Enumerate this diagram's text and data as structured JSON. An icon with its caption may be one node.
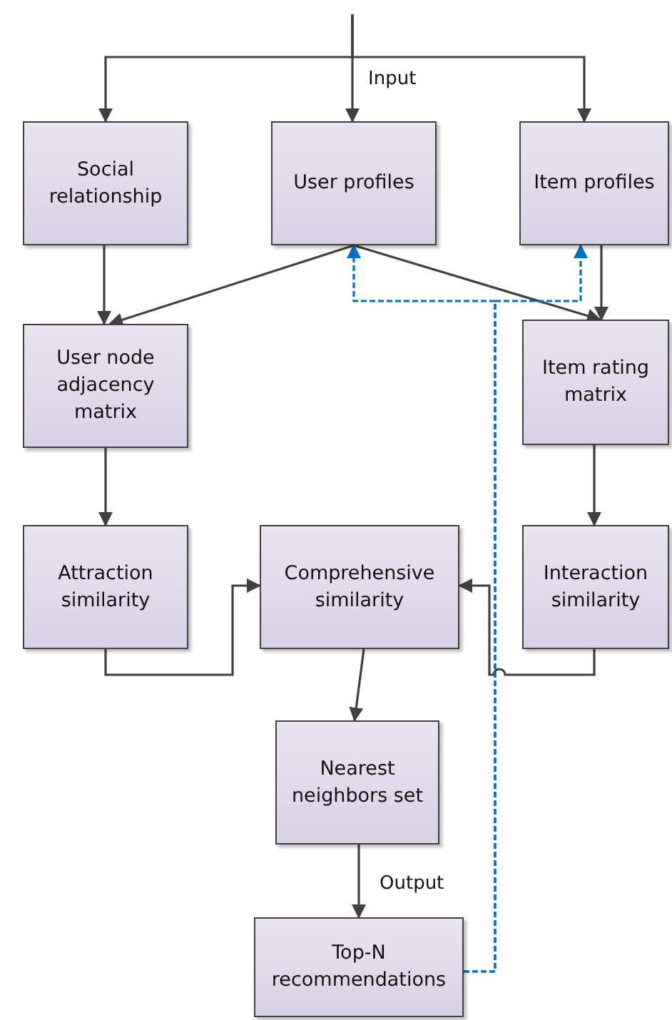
{
  "diagram": {
    "nodes": [
      {
        "text": [
          "Social relationship"
        ]
      },
      {
        "text": [
          "User profiles"
        ]
      },
      {
        "text": [
          "Item profiles"
        ]
      },
      {
        "text": [
          "User node adjacency matrix"
        ]
      },
      {
        "text": [
          "Item rating matrix"
        ]
      },
      {
        "text": [
          "Attraction similarity"
        ]
      },
      {
        "text": [
          "Comprehensive similarity"
        ]
      },
      {
        "text": [
          "Interaction similarity"
        ]
      },
      {
        "text": [
          "Nearest neighbors set"
        ]
      },
      {
        "text": [
          "Top-N recommendations"
        ]
      }
    ],
    "edges": [
      {
        "from": null,
        "to": 0,
        "arrow": "to"
      },
      {
        "from": null,
        "to": 1,
        "arrow": "to",
        "label": "Input"
      },
      {
        "from": null,
        "to": 2,
        "arrow": "to"
      },
      {
        "from": 0,
        "to": 3,
        "arrow": "to"
      },
      {
        "from": 1,
        "to": 3,
        "arrow": "to"
      },
      {
        "from": 1,
        "to": 4,
        "arrow": "to"
      },
      {
        "from": 2,
        "to": 4,
        "arrow": "to"
      },
      {
        "from": 3,
        "to": 5,
        "arrow": "to"
      },
      {
        "from": 4,
        "to": 7,
        "arrow": "to"
      },
      {
        "from": 5,
        "to": 6,
        "arrow": "to"
      },
      {
        "from": 7,
        "to": 6,
        "arrow": "to"
      },
      {
        "from": 6,
        "to": 8,
        "arrow": "to"
      },
      {
        "from": 8,
        "to": 9,
        "arrow": "to",
        "label": "Output"
      },
      {
        "from": 9,
        "to": 1,
        "arrow": "to",
        "style": "dashed",
        "color": "#0070c0"
      },
      {
        "from": 9,
        "to": 2,
        "arrow": "to",
        "style": "dashed",
        "color": "#0070c0"
      }
    ]
  }
}
